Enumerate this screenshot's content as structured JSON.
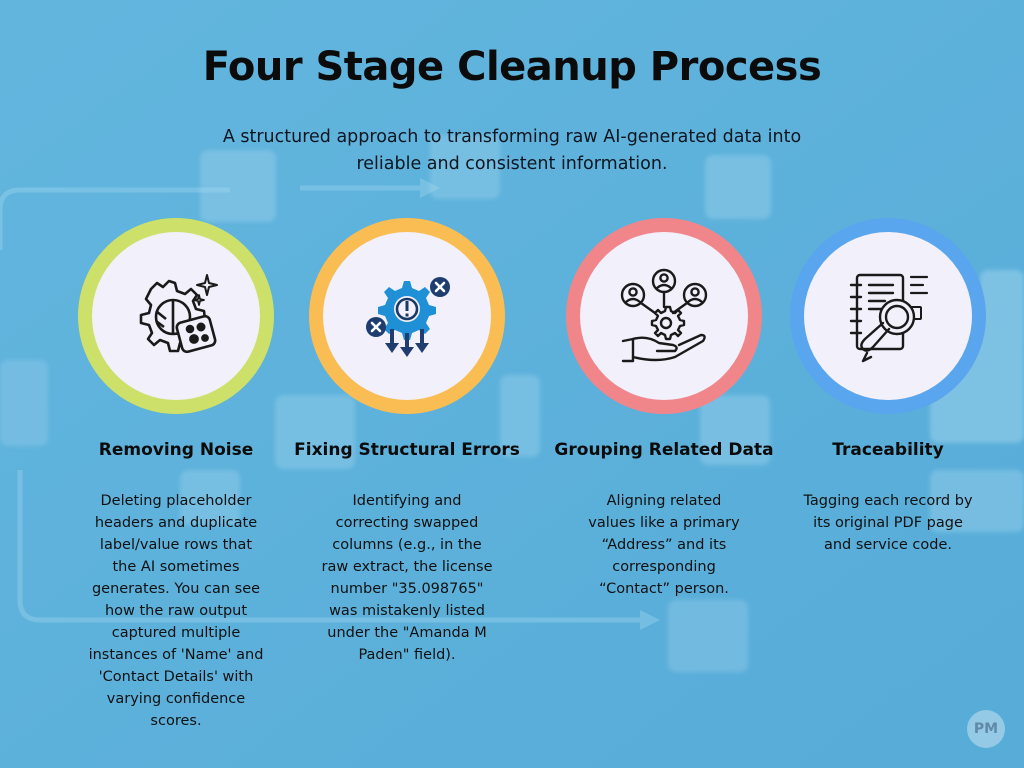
{
  "title": "Four Stage Cleanup Process",
  "subtitle": "A structured approach to transforming raw AI-generated data into reliable and consistent information.",
  "stages": [
    {
      "title": "Removing Noise",
      "description": "Deleting placeholder headers and duplicate label/value rows that the AI sometimes generates. You can see how the raw output captured multiple instances of 'Name' and 'Contact Details' with varying confidence scores.",
      "ring_color": "#cde06a",
      "icon": "gear-cleaning-sponge-icon"
    },
    {
      "title": "Fixing Structural Errors",
      "description": "Identifying and correcting swapped columns (e.g., in the raw extract, the license number \"35.098765\" was mistakenly listed under the \"Amanda M Paden\" field).",
      "ring_color": "#f9bd53",
      "icon": "gear-error-arrows-icon"
    },
    {
      "title": "Grouping Related Data",
      "description": "Aligning related values like a primary “Address” and its corresponding “Contact” person.",
      "ring_color": "#f0868a",
      "icon": "people-network-hand-icon"
    },
    {
      "title": "Traceability",
      "description": "Tagging each record by its original PDF page and service code.",
      "ring_color": "#5aa6ee",
      "icon": "notebook-magnifier-icon"
    }
  ],
  "logo_text": "PM"
}
